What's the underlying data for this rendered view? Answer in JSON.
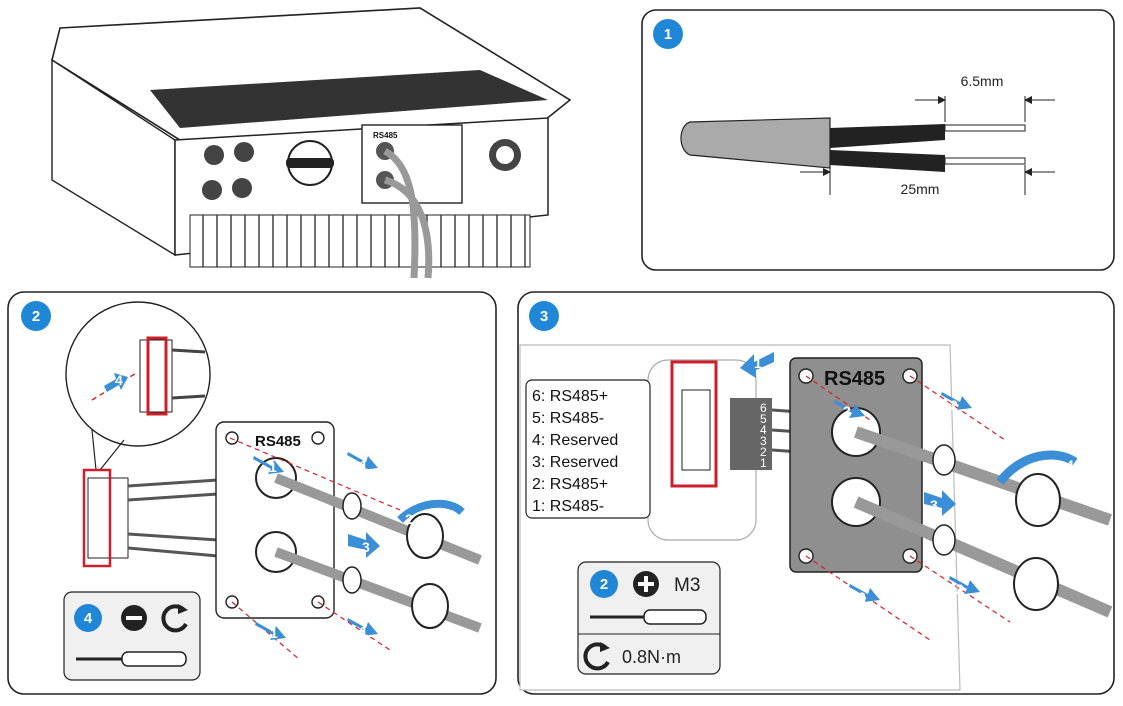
{
  "colors": {
    "badge": "#1f87d6",
    "highlight": "#cc1f2b",
    "panel_gray": "#8f8f8f",
    "cable": "#9a9a9a",
    "dash": "#d81f26"
  },
  "panel1": {
    "step": "1",
    "dim_strip": "6.5mm",
    "dim_total": "25mm"
  },
  "top_left": {
    "port_label": "RS485"
  },
  "panel2": {
    "step": "2",
    "plate_label": "RS485",
    "arrows": {
      "a1_top": "1",
      "a1_bottom_left": "1",
      "a1_bottom_right": "1",
      "a1_right": "1",
      "a2": "2",
      "a3": "3",
      "a4": "4"
    },
    "tool": {
      "step": "4",
      "icon_slot": "minus-screwdriver-icon",
      "icon_rotate": "rotate-clockwise-icon"
    }
  },
  "panel3": {
    "step": "3",
    "plate_label": "RS485",
    "pinout": [
      "6: RS485+",
      "5: RS485-",
      "4: Reserved",
      "3: Reserved",
      "2: RS485+",
      "1: RS485-"
    ],
    "terminal_numbers": [
      "6",
      "5",
      "4",
      "3",
      "2",
      "1"
    ],
    "arrows": {
      "a1": "1",
      "a2_left": "2",
      "a2_right": "2",
      "a2_bl": "2",
      "a2_br": "2",
      "a3": "3",
      "a4": "4"
    },
    "tool": {
      "step": "2",
      "screw": "M3",
      "torque": "0.8N·m",
      "icon_cross": "cross-screwdriver-icon",
      "icon_rotate": "rotate-clockwise-icon"
    }
  }
}
